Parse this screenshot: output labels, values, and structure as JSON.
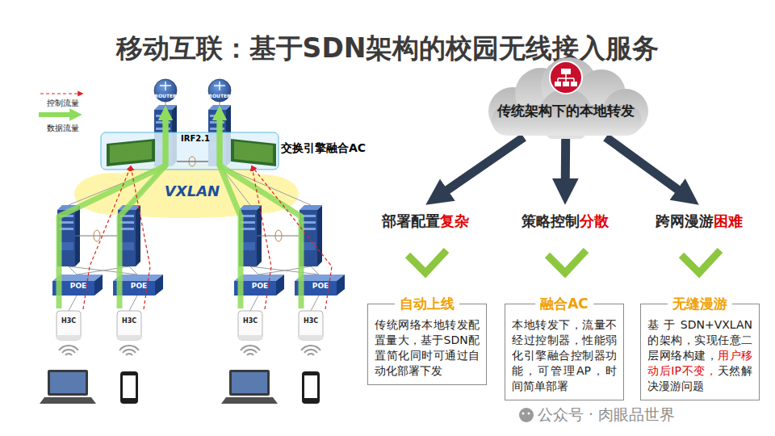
{
  "diagram": {
    "title": "移动互联：基于SDN架构的校园无线接入服务",
    "nodes": [
      {
        "text": [
          "传统架构下的本地转发"
        ]
      },
      {
        "text": [
          "部署配置",
          "复杂"
        ]
      },
      {
        "text": [
          "策略控制",
          "分散"
        ]
      },
      {
        "text": [
          "跨网漫游",
          "困难"
        ]
      },
      {
        "text": [
          "自动上线",
          "传统网络本地转发配置量大，基于SDN配置简化同时可通过自动化部署下发"
        ]
      },
      {
        "text": [
          "融合AC",
          "本地转发下，流量不经过控制器，性能弱化引擎融合控制器功能，可管理AP，时间简单部署"
        ]
      },
      {
        "text": [
          "无缝漫游",
          "基于SDN+VXLAN的架构，实现任意二层网络构建，",
          "用户移动后IP不变，",
          "天然解决漫游问题"
        ]
      }
    ],
    "edges": [
      {
        "from": 0,
        "to": 1,
        "arrow": "to"
      },
      {
        "from": 0,
        "to": 2,
        "arrow": "to"
      },
      {
        "from": 0,
        "to": 3,
        "arrow": "to"
      }
    ],
    "labels": [
      "ROUTER",
      "ROUTER",
      "IRF2.1",
      "交换引擎融合AC",
      "VXLAN",
      "POE",
      "POE",
      "POE",
      "POE",
      "H3C",
      "H3C",
      "H3C",
      "H3C",
      "公众号 · 肉眼品世界"
    ],
    "legend": [
      {
        "text": "控制流量"
      },
      {
        "text": "数据流量"
      }
    ]
  }
}
